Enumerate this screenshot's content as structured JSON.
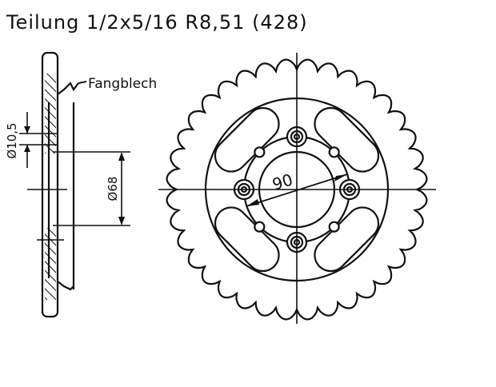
{
  "title": "Teilung 1/2x5/16 R8,51 (428)",
  "side_view": {
    "label_catch_plate": "Fangblech",
    "dim_bolt_hole": "Ø10,5",
    "dim_hub_bore": "Ø68"
  },
  "front_view": {
    "dim_bolt_circle": "90",
    "teeth_count_drawn": 36,
    "bolt_holes": 4,
    "small_holes": 4,
    "lightening_slots": 4
  },
  "colors": {
    "line": "#111111",
    "background": "#ffffff"
  }
}
